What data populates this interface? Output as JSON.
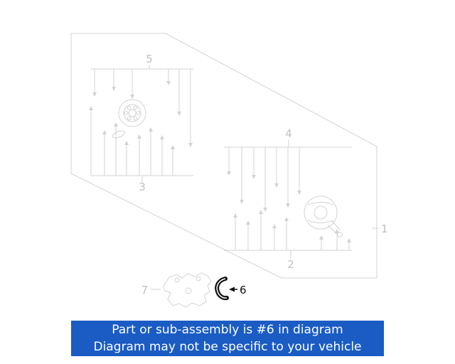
{
  "diagram": {
    "labels": {
      "part1": "1",
      "part2": "2",
      "part3": "3",
      "part4": "4",
      "part5": "5",
      "part6": "6",
      "part7": "7"
    },
    "highlighted_part": "6",
    "colors": {
      "faded_line": "#d3d3d3",
      "faded_label": "#c0c0c0",
      "highlight": "#111111",
      "banner_background": "#1a5cc4",
      "banner_text": "#ffffff"
    }
  },
  "banner": {
    "line1": "Part or sub-assembly is #6 in diagram",
    "line2": "Diagram may not be specific to your vehicle"
  }
}
